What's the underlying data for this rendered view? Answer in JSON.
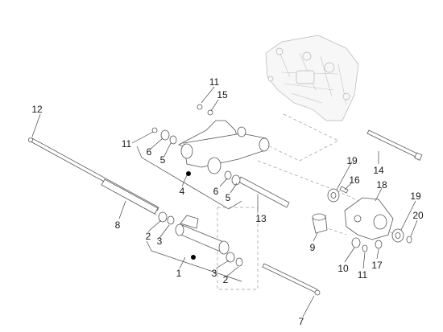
{
  "callouts": {
    "c1": "1",
    "c2a": "2",
    "c2b": "2",
    "c3a": "3",
    "c3b": "3",
    "c4": "4",
    "c5a": "5",
    "c5b": "5",
    "c6a": "6",
    "c6b": "6",
    "c7": "7",
    "c8": "8",
    "c9": "9",
    "c10": "10",
    "c11a": "11",
    "c11b": "11",
    "c11c": "11",
    "c12": "12",
    "c13": "13",
    "c14": "14",
    "c15": "15",
    "c16": "16",
    "c17": "17",
    "c18": "18",
    "c19a": "19",
    "c19b": "19",
    "c20": "20"
  },
  "colors": {
    "line": "#555555",
    "text": "#1a1a1a",
    "ghost": "#b5b5b5",
    "dot": "#000000"
  }
}
